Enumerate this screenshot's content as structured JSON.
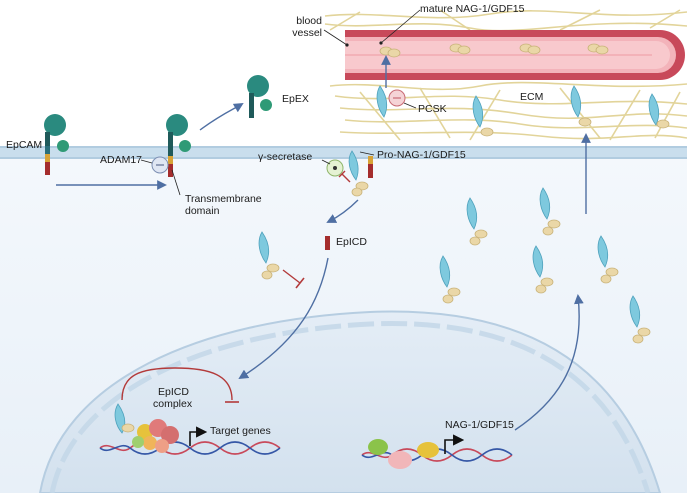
{
  "labels": {
    "blood_vessel_1": "blood",
    "blood_vessel_2": "vessel",
    "mature": "mature NAG-1/GDF15",
    "ecm": "ECM",
    "pcsk": "PCSK",
    "epcam": "EpCAM",
    "epex": "EpEX",
    "adam17": "ADAM17",
    "gamma_secretase": "γ-secretase",
    "pro_nag": "Pro-NAG-1/GDF15",
    "tm_1": "Transmembrane",
    "tm_2": "domain",
    "epicd": "EpICD",
    "complex_1": "EpICD",
    "complex_2": "complex",
    "target_genes": "Target genes",
    "nag_gene": "NAG-1/GDF15"
  },
  "colors": {
    "epcam_head": "#2a8a7f",
    "epcam_stalk": "#1f5a5a",
    "epcam_tm": "#d8a336",
    "epcam_tail": "#a42d2d",
    "gdf15_blue": "#7ec9de",
    "gdf15_beige": "#ead7a7",
    "vessel_red": "#c8495a",
    "vessel_inner": "#f7b9bf",
    "ecm_fiber": "#e3d59a",
    "membrane": "#b7d3e6",
    "cytoplasm": "#eef4fa",
    "nucleus": "#dbe7f2",
    "arrow": "#4f6fa3",
    "inhibit": "#b33a3a"
  }
}
